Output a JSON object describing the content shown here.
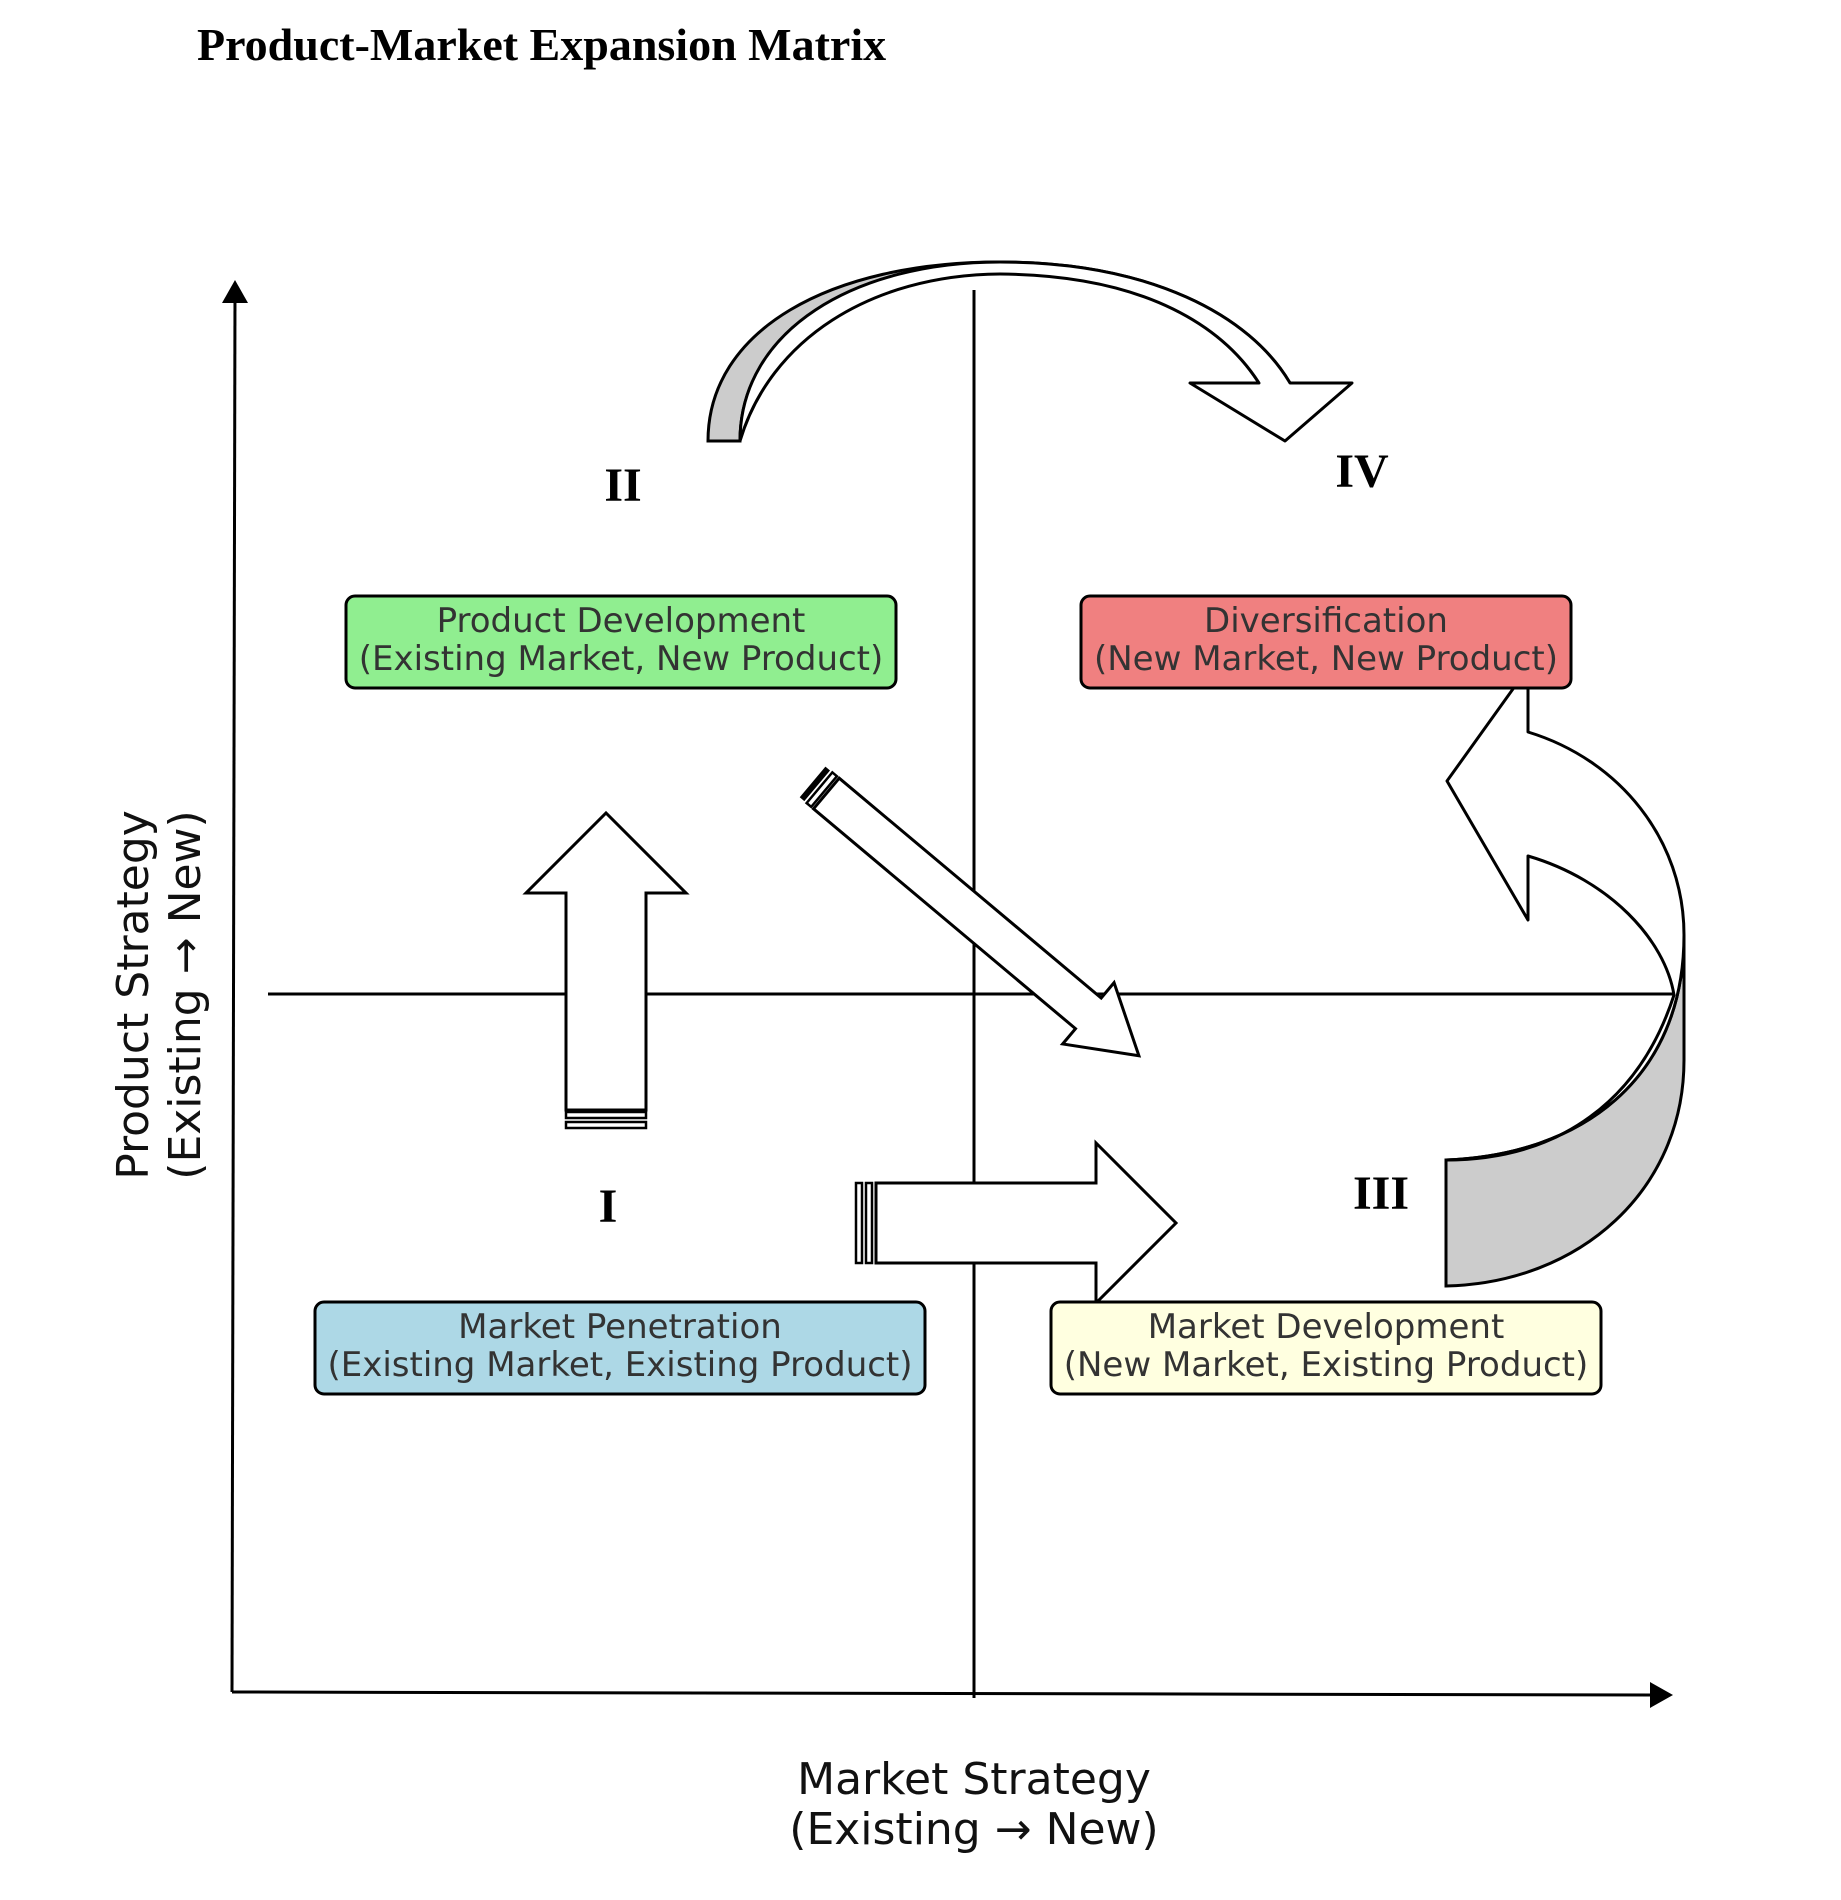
{
  "title": "Product-Market Expansion Matrix",
  "axes": {
    "x_label": [
      "Market Strategy",
      "(Existing → New)"
    ],
    "y_label": [
      "Product Strategy",
      "(Existing → New)"
    ]
  },
  "quadrants": [
    {
      "numeral": "I",
      "label_line1": "Market Penetration",
      "label_line2": "(Existing Market, Existing Product)",
      "color": "#ADD8E6"
    },
    {
      "numeral": "II",
      "label_line1": "Product Development",
      "label_line2": "(Existing Market, New Product)",
      "color": "#90EE90"
    },
    {
      "numeral": "III",
      "label_line1": "Market Development",
      "label_line2": "(New Market, Existing Product)",
      "color": "#FFFFE0"
    },
    {
      "numeral": "IV",
      "label_line1": "Diversification",
      "label_line2": "(New Market, New Product)",
      "color": "#F08080"
    }
  ],
  "arrow_colors": {
    "outline": "#000000",
    "fill": "#ffffff",
    "shadow": "#cccccc"
  }
}
